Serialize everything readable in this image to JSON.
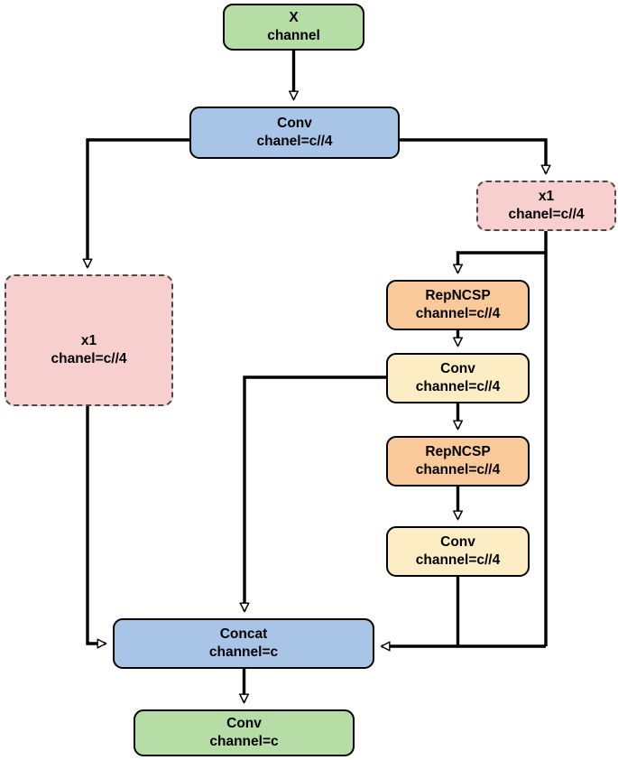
{
  "diagram": {
    "title": "RepNCSPELAN-style block diagram",
    "background": "#ffffff",
    "stroke": "#000000",
    "dashed_stroke": "#4a4a4a",
    "colors": {
      "green": "#b5dda5",
      "blue": "#a8c5e8",
      "pink": "#f7cfcf",
      "orange": "#fac99a",
      "cream": "#fdedc4"
    }
  },
  "nodes": {
    "input": {
      "line1": "X",
      "line2": "channel",
      "color": "#b5dda5",
      "border": "solid"
    },
    "conv_top": {
      "line1": "Conv",
      "line2": "chanel=c//4",
      "color": "#a8c5e8",
      "border": "solid"
    },
    "x1_right": {
      "line1": "x1",
      "line2": "chanel=c//4",
      "color": "#f7cfcf",
      "border": "dashed"
    },
    "x1_left": {
      "line1": "x1",
      "line2": "chanel=c//4",
      "color": "#f7cfcf",
      "border": "dashed"
    },
    "repncsp_1": {
      "line1": "RepNCSP",
      "line2": "channel=c//4",
      "color": "#fac99a",
      "border": "solid"
    },
    "conv_mid_1": {
      "line1": "Conv",
      "line2": "channel=c//4",
      "color": "#fdedc4",
      "border": "solid"
    },
    "repncsp_2": {
      "line1": "RepNCSP",
      "line2": "channel=c//4",
      "color": "#fac99a",
      "border": "solid"
    },
    "conv_mid_2": {
      "line1": "Conv",
      "line2": "channel=c//4",
      "color": "#fdedc4",
      "border": "solid"
    },
    "concat": {
      "line1": "Concat",
      "line2": "channel=c",
      "color": "#a8c5e8",
      "border": "solid"
    },
    "conv_out": {
      "line1": "Conv",
      "line2": "channel=c",
      "color": "#b5dda5",
      "border": "solid"
    }
  },
  "edges": [
    {
      "name": "input-to-conv-top",
      "from": "input",
      "to": "conv_top",
      "arrow": true
    },
    {
      "name": "conv-top-to-x1-left",
      "from": "conv_top",
      "to": "x1_left",
      "arrow": true
    },
    {
      "name": "conv-top-to-x1-right",
      "from": "conv_top",
      "to": "x1_right",
      "arrow": true
    },
    {
      "name": "x1-right-to-repncsp-1",
      "from": "x1_right",
      "to": "repncsp_1",
      "arrow": true
    },
    {
      "name": "x1-right-bypass-to-concat",
      "from": "x1_right",
      "to": "concat",
      "arrow": true
    },
    {
      "name": "repncsp-1-to-conv-mid-1",
      "from": "repncsp_1",
      "to": "conv_mid_1",
      "arrow": true
    },
    {
      "name": "conv-mid-1-to-concat",
      "from": "conv_mid_1",
      "to": "concat",
      "arrow": true
    },
    {
      "name": "conv-mid-1-to-repncsp-2",
      "from": "conv_mid_1",
      "to": "repncsp_2",
      "arrow": true
    },
    {
      "name": "repncsp-2-to-conv-mid-2",
      "from": "repncsp_2",
      "to": "conv_mid_2",
      "arrow": true
    },
    {
      "name": "conv-mid-2-to-concat",
      "from": "conv_mid_2",
      "to": "concat",
      "arrow": true
    },
    {
      "name": "x1-left-to-concat",
      "from": "x1_left",
      "to": "concat",
      "arrow": true
    },
    {
      "name": "concat-to-conv-out",
      "from": "concat",
      "to": "conv_out",
      "arrow": true
    }
  ]
}
